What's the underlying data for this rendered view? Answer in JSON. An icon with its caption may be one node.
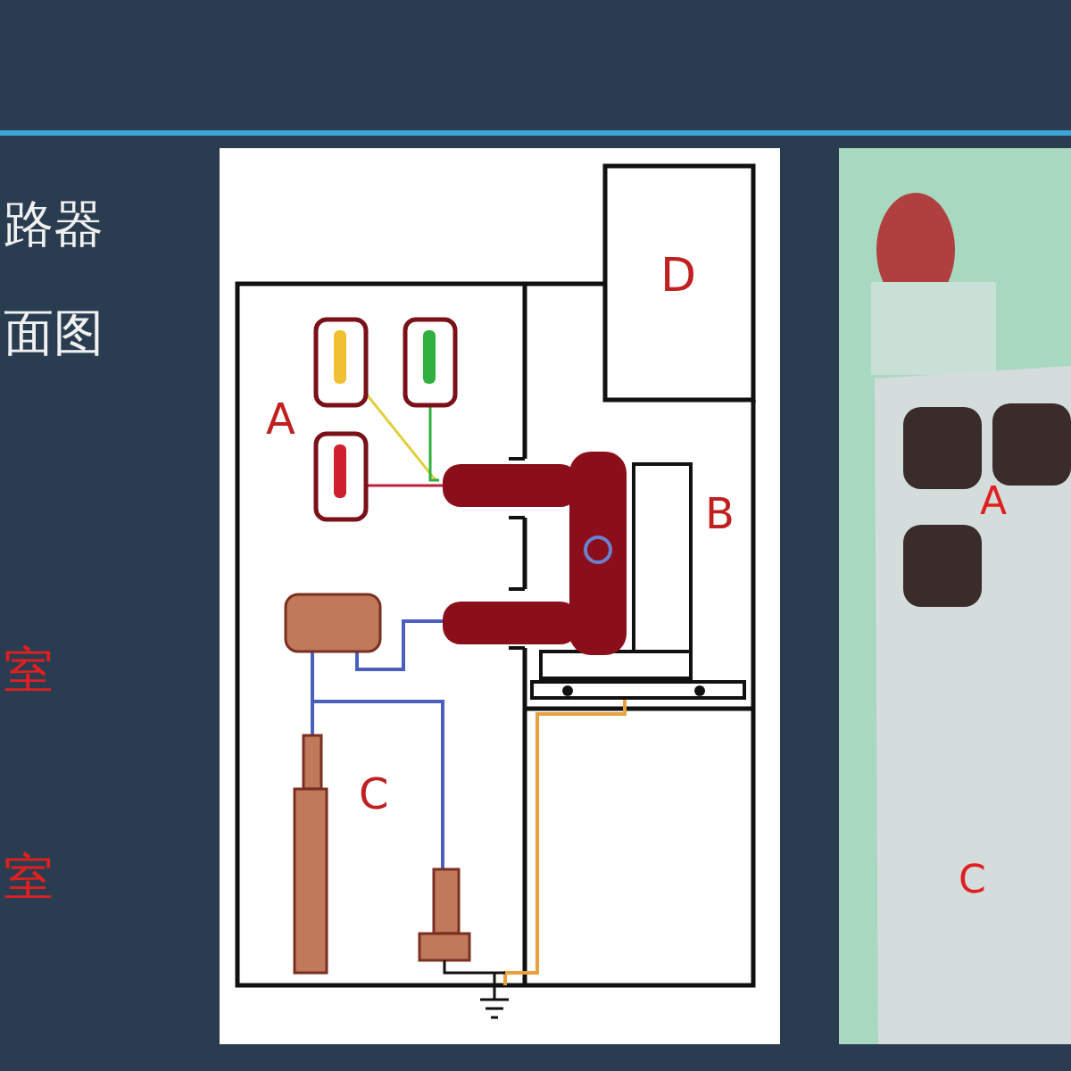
{
  "diagram": {
    "labels": [
      "路器",
      "面图",
      "室",
      "室",
      "D",
      "A",
      "B",
      "C",
      "A",
      "C"
    ]
  }
}
